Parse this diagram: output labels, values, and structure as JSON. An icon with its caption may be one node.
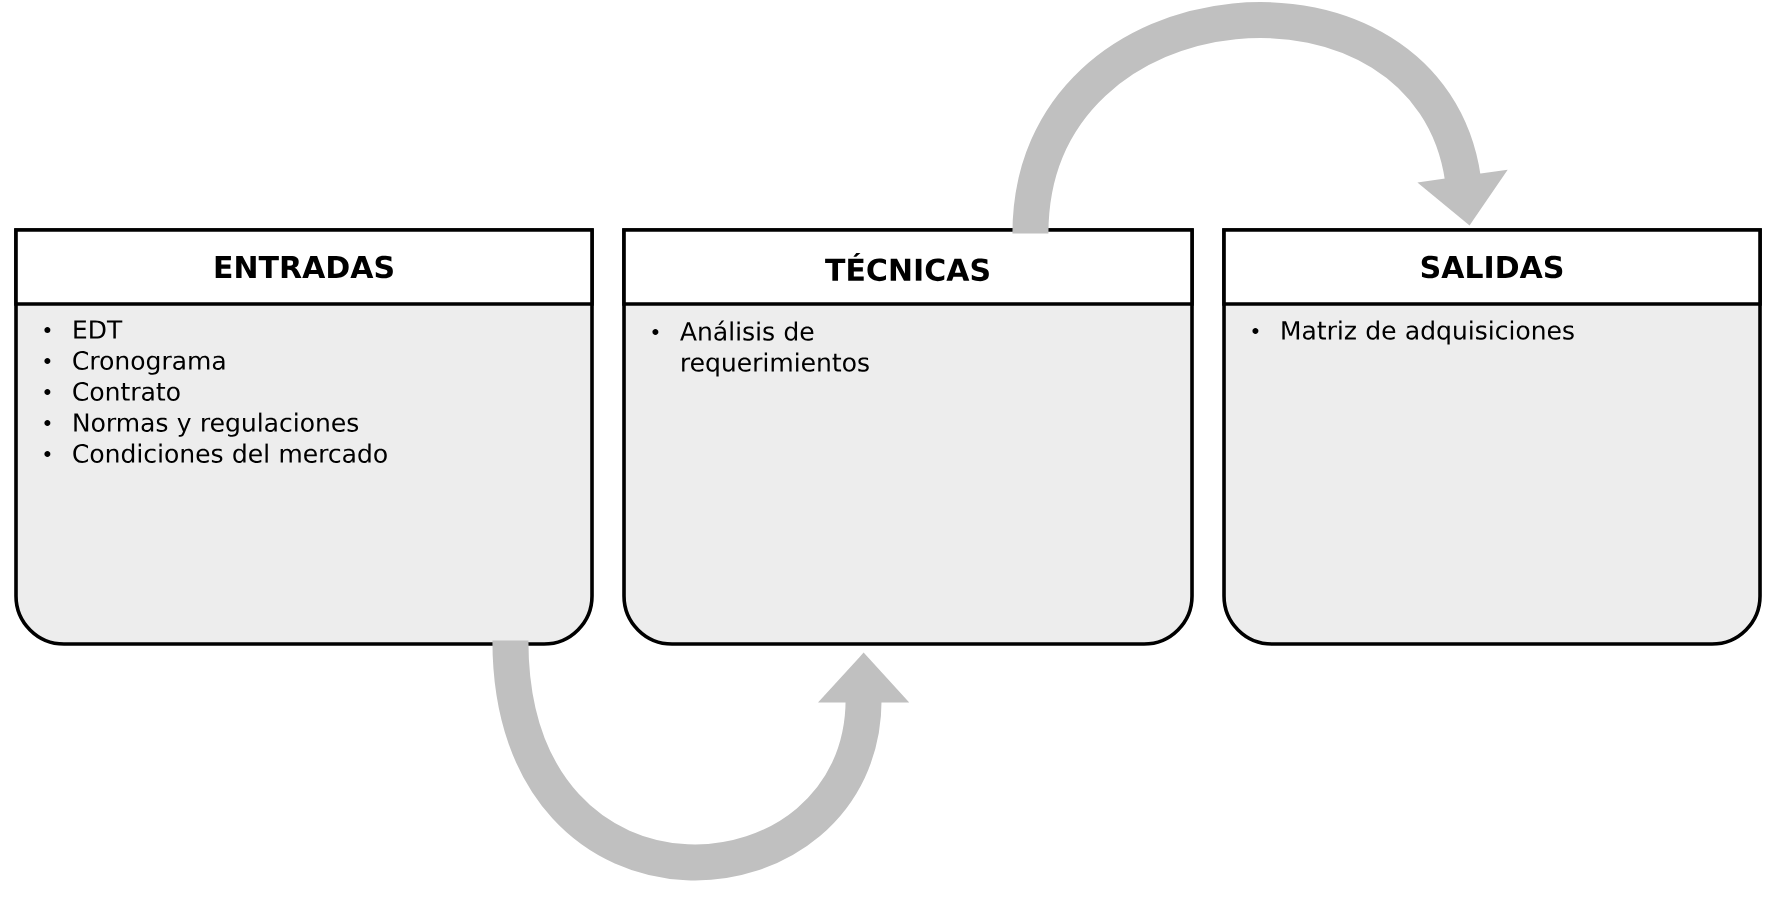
{
  "diagram": {
    "nodes": [
      {
        "text": [
          "ENTRADAS",
          "EDT",
          "Cronograma",
          "Contrato",
          "Normas y regulaciones",
          "Condiciones del mercado"
        ]
      },
      {
        "text": [
          "TÉCNICAS",
          "Análisis de requerimientos"
        ]
      },
      {
        "text": [
          "SALIDAS",
          "Matriz de adquisiciones"
        ]
      }
    ],
    "edges": [
      {
        "from": 0,
        "to": 1,
        "arrow": "to",
        "color": "#c0c0c0"
      },
      {
        "from": 1,
        "to": 2,
        "arrow": "to",
        "color": "#c0c0c0"
      }
    ]
  }
}
